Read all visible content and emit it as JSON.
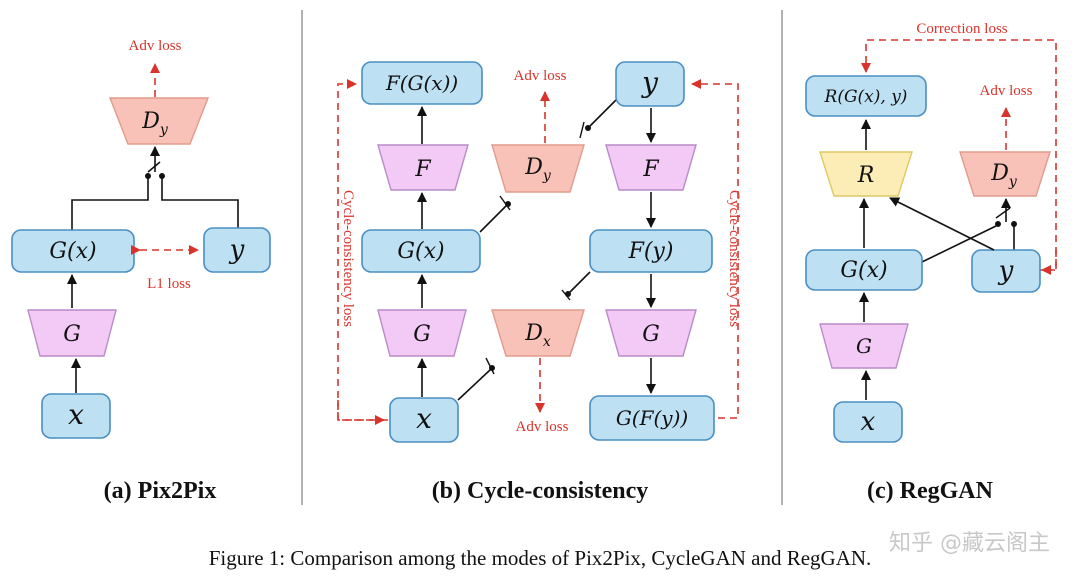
{
  "panels": {
    "a": {
      "title": "(a) Pix2Pix",
      "nodes": {
        "Dy": "D",
        "Dy_sub": "y",
        "Gx": "G(x)",
        "y": "y",
        "G": "G",
        "x": "x"
      },
      "losses": {
        "adv": "Adv loss",
        "l1": "L1 loss"
      }
    },
    "b": {
      "title": "(b) Cycle-consistency",
      "nodes": {
        "FGx": "F(G(x))",
        "F_left": "F",
        "Gx": "G(x)",
        "G_left": "G",
        "x": "x",
        "Dy": "D",
        "Dy_sub": "y",
        "Dx": "D",
        "Dx_sub": "x",
        "y": "y",
        "F_right": "F",
        "Fy": "F(y)",
        "G_right": "G",
        "GFy": "G(F(y))"
      },
      "losses": {
        "adv_top": "Adv loss",
        "adv_bottom": "Adv loss",
        "cycle_left": "Cycle-consistency loss",
        "cycle_right": "Cycle-consistency loss"
      }
    },
    "c": {
      "title": "(c) RegGAN",
      "nodes": {
        "RGxy": "R(G(x), y)",
        "R": "R",
        "Dy": "D",
        "Dy_sub": "y",
        "Gx": "G(x)",
        "y": "y",
        "G": "G",
        "x": "x"
      },
      "losses": {
        "correction": "Correction  loss",
        "adv": "Adv loss"
      }
    }
  },
  "caption": "Figure 1: Comparison among the modes of Pix2Pix, CycleGAN and RegGAN.",
  "watermark": "知乎 @藏云阁主",
  "colors": {
    "blue_fill": "#bde0f2",
    "pink_fill": "#f3c9f6",
    "salmon_fill": "#f9c2b8",
    "yellow_fill": "#fbedb5",
    "loss_red": "#d9342b"
  }
}
